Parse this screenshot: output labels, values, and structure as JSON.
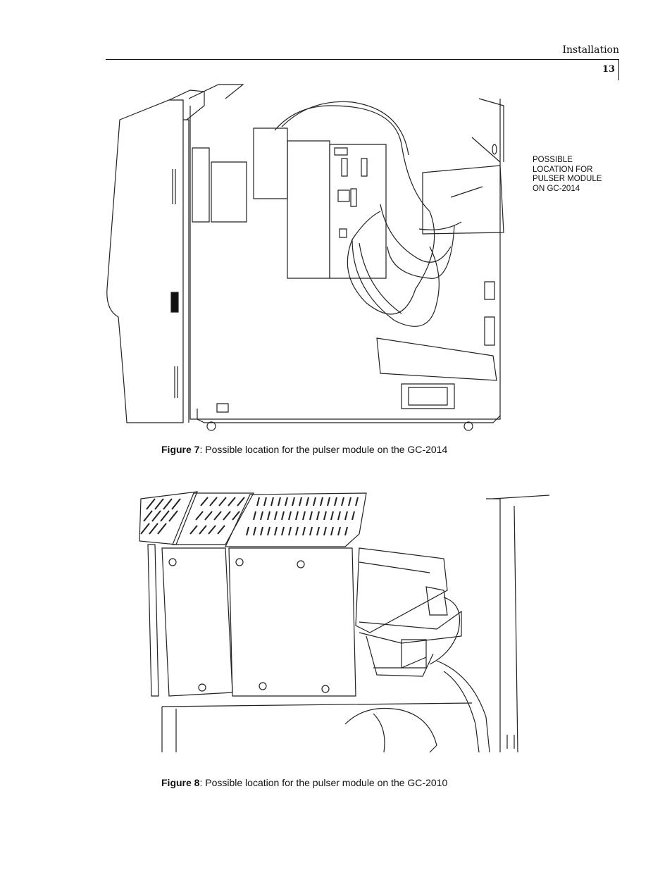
{
  "header": {
    "section_title": "Installation",
    "page_number": "13"
  },
  "figure7": {
    "callout_lines": [
      "POSSIBLE",
      "LOCATION FOR",
      "PULSER MODULE",
      "ON GC-2014"
    ],
    "caption_label": "Figure 7",
    "caption_text": ":  Possible location for the pulser module on the GC-2014"
  },
  "figure8": {
    "caption_label": "Figure 8",
    "caption_text": ":  Possible location for the pulser module on the GC-2010"
  }
}
